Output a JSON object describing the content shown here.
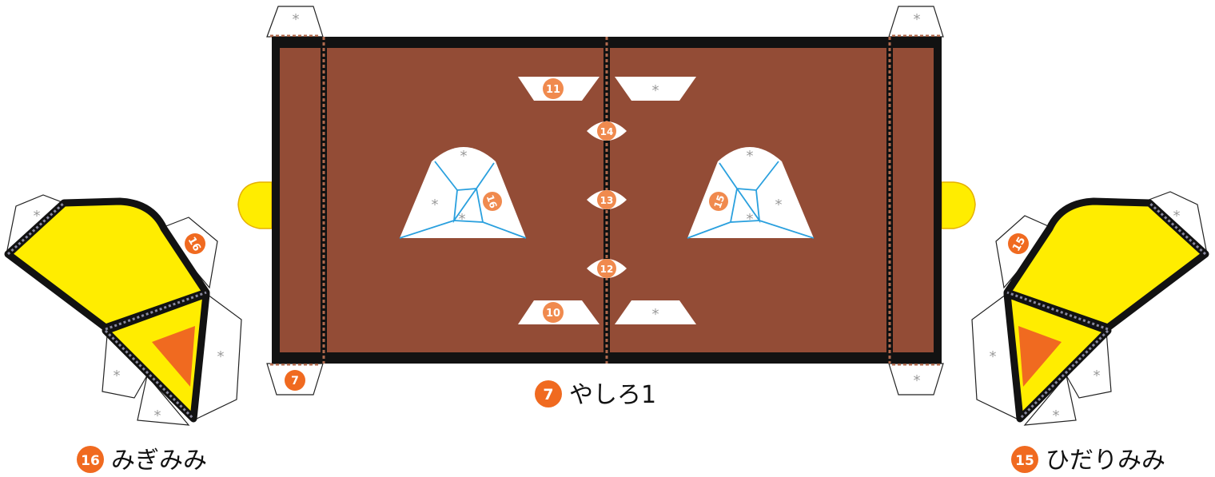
{
  "part_center": {
    "number": "7",
    "name": "やしろ1"
  },
  "part_left": {
    "number": "16",
    "name": "みぎみみ"
  },
  "part_right": {
    "number": "15",
    "name": "ひだりみみ"
  },
  "glue_mark": "*",
  "tab_labels": {
    "corner_bottom_left": "7",
    "tab_top": "11",
    "tab_bottom": "10",
    "center_top": "14",
    "center_mid": "13",
    "center_low": "12",
    "left_window": "16",
    "right_window": "15",
    "left_ear_tab": "16",
    "right_ear_tab": "15"
  },
  "colors": {
    "brown": "#934c36",
    "black": "#121212",
    "yellow": "#ffed00",
    "orange": "#f06a20",
    "badge_orange": "#f08a4e",
    "cut_line": "#2aa0de",
    "gray_mark": "#9a9a9a",
    "dotted": "#b06a4e"
  }
}
